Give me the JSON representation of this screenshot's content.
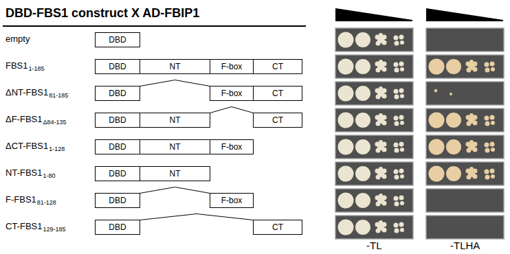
{
  "diagram": {
    "title": "DBD-FBS1 construct X AD-FBIP1",
    "nodes": [
      {
        "text": [
          "DBD"
        ]
      },
      {
        "text": [
          "DBD"
        ]
      },
      {
        "text": [
          "NT"
        ]
      },
      {
        "text": [
          "F-box"
        ]
      },
      {
        "text": [
          "CT"
        ]
      },
      {
        "text": [
          "DBD"
        ]
      },
      {
        "text": [
          "F-box"
        ]
      },
      {
        "text": [
          "CT"
        ]
      },
      {
        "text": [
          "DBD"
        ]
      },
      {
        "text": [
          "NT"
        ]
      },
      {
        "text": [
          "CT"
        ]
      },
      {
        "text": [
          "DBD"
        ]
      },
      {
        "text": [
          "NT"
        ]
      },
      {
        "text": [
          "F-box"
        ]
      },
      {
        "text": [
          "DBD"
        ]
      },
      {
        "text": [
          "NT"
        ]
      },
      {
        "text": [
          "DBD"
        ]
      },
      {
        "text": [
          "F-box"
        ]
      },
      {
        "text": [
          "DBD"
        ]
      },
      {
        "text": [
          "CT"
        ]
      }
    ],
    "edges": [
      {
        "from": 5,
        "to": 6,
        "arrow": "none"
      },
      {
        "from": 9,
        "to": 10,
        "arrow": "none"
      },
      {
        "from": 16,
        "to": 17,
        "arrow": "none"
      },
      {
        "from": 18,
        "to": 19,
        "arrow": "none"
      }
    ],
    "labels": [
      "empty",
      "FBS1",
      "1-185",
      "ΔNT-FBS1",
      "81-185",
      "ΔF-FBS1",
      "Δ84-135",
      "ΔCT-FBS1",
      "1-128",
      "NT-FBS1",
      "1-80",
      "F-FBS1",
      "81-128",
      "CT-FBS1",
      "129-185",
      "-TL",
      "-TLHA"
    ]
  }
}
